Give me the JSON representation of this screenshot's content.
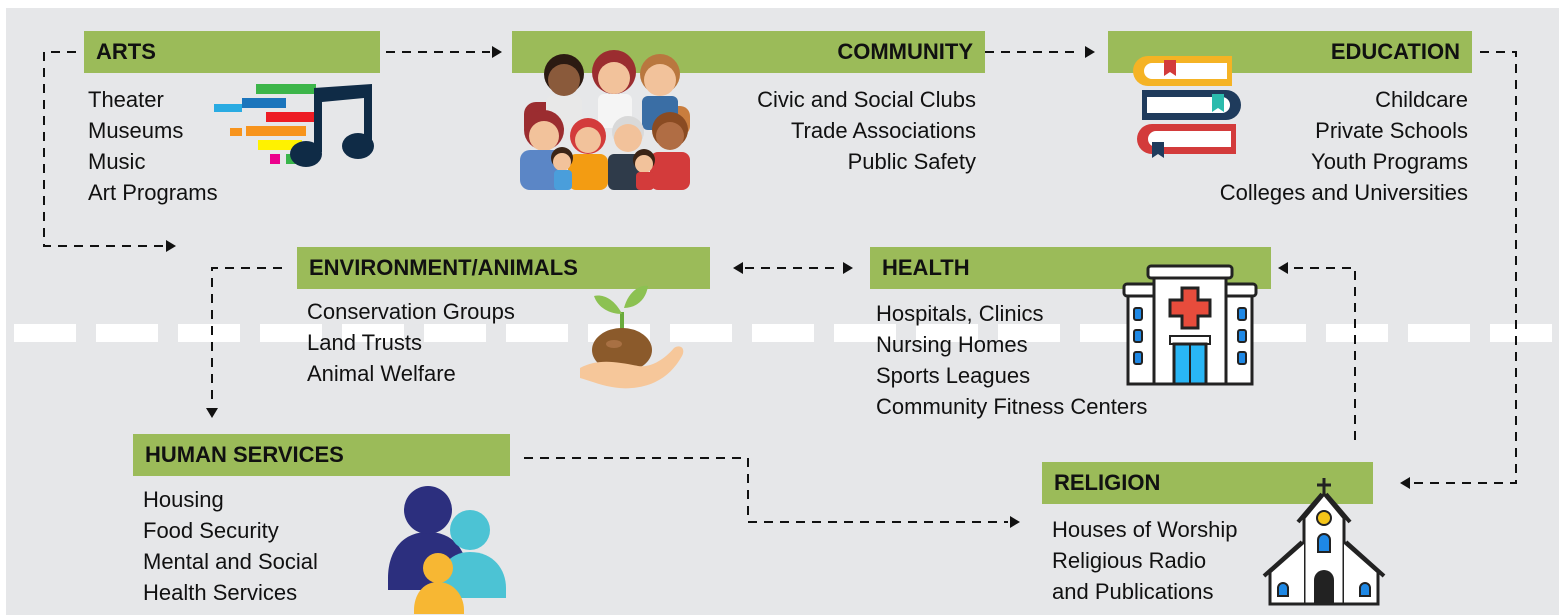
{
  "colors": {
    "header": "#9bbb59",
    "background": "#e6e7e9",
    "arrow": "#111111"
  },
  "categories": {
    "arts": {
      "title": "ARTS",
      "items": [
        "Theater",
        "Museums",
        "Music",
        "Art Programs"
      ],
      "icon": "music-note-icon"
    },
    "community": {
      "title": "COMMUNITY",
      "items": [
        "Civic and Social Clubs",
        "Trade Associations",
        "Public Safety"
      ],
      "icon": "people-group-icon"
    },
    "education": {
      "title": "EDUCATION",
      "items": [
        "Childcare",
        "Private Schools",
        "Youth Programs",
        "Colleges and Universities"
      ],
      "icon": "books-icon"
    },
    "environment": {
      "title": "ENVIRONMENT/ANIMALS",
      "items": [
        "Conservation Groups",
        "Land Trusts",
        "Animal Welfare"
      ],
      "icon": "seedling-hand-icon"
    },
    "health": {
      "title": "HEALTH",
      "items": [
        "Hospitals, Clinics",
        "Nursing Homes",
        "Sports Leagues",
        "Community Fitness Centers"
      ],
      "icon": "hospital-icon"
    },
    "human_services": {
      "title": "HUMAN SERVICES",
      "items": [
        "Housing",
        "Food Security",
        "Mental and Social",
        "Health Services"
      ],
      "icon": "family-icon"
    },
    "religion": {
      "title": "RELIGION",
      "items": [
        "Houses of Worship",
        "Religious Radio",
        "and Publications"
      ],
      "icon": "church-icon"
    }
  }
}
